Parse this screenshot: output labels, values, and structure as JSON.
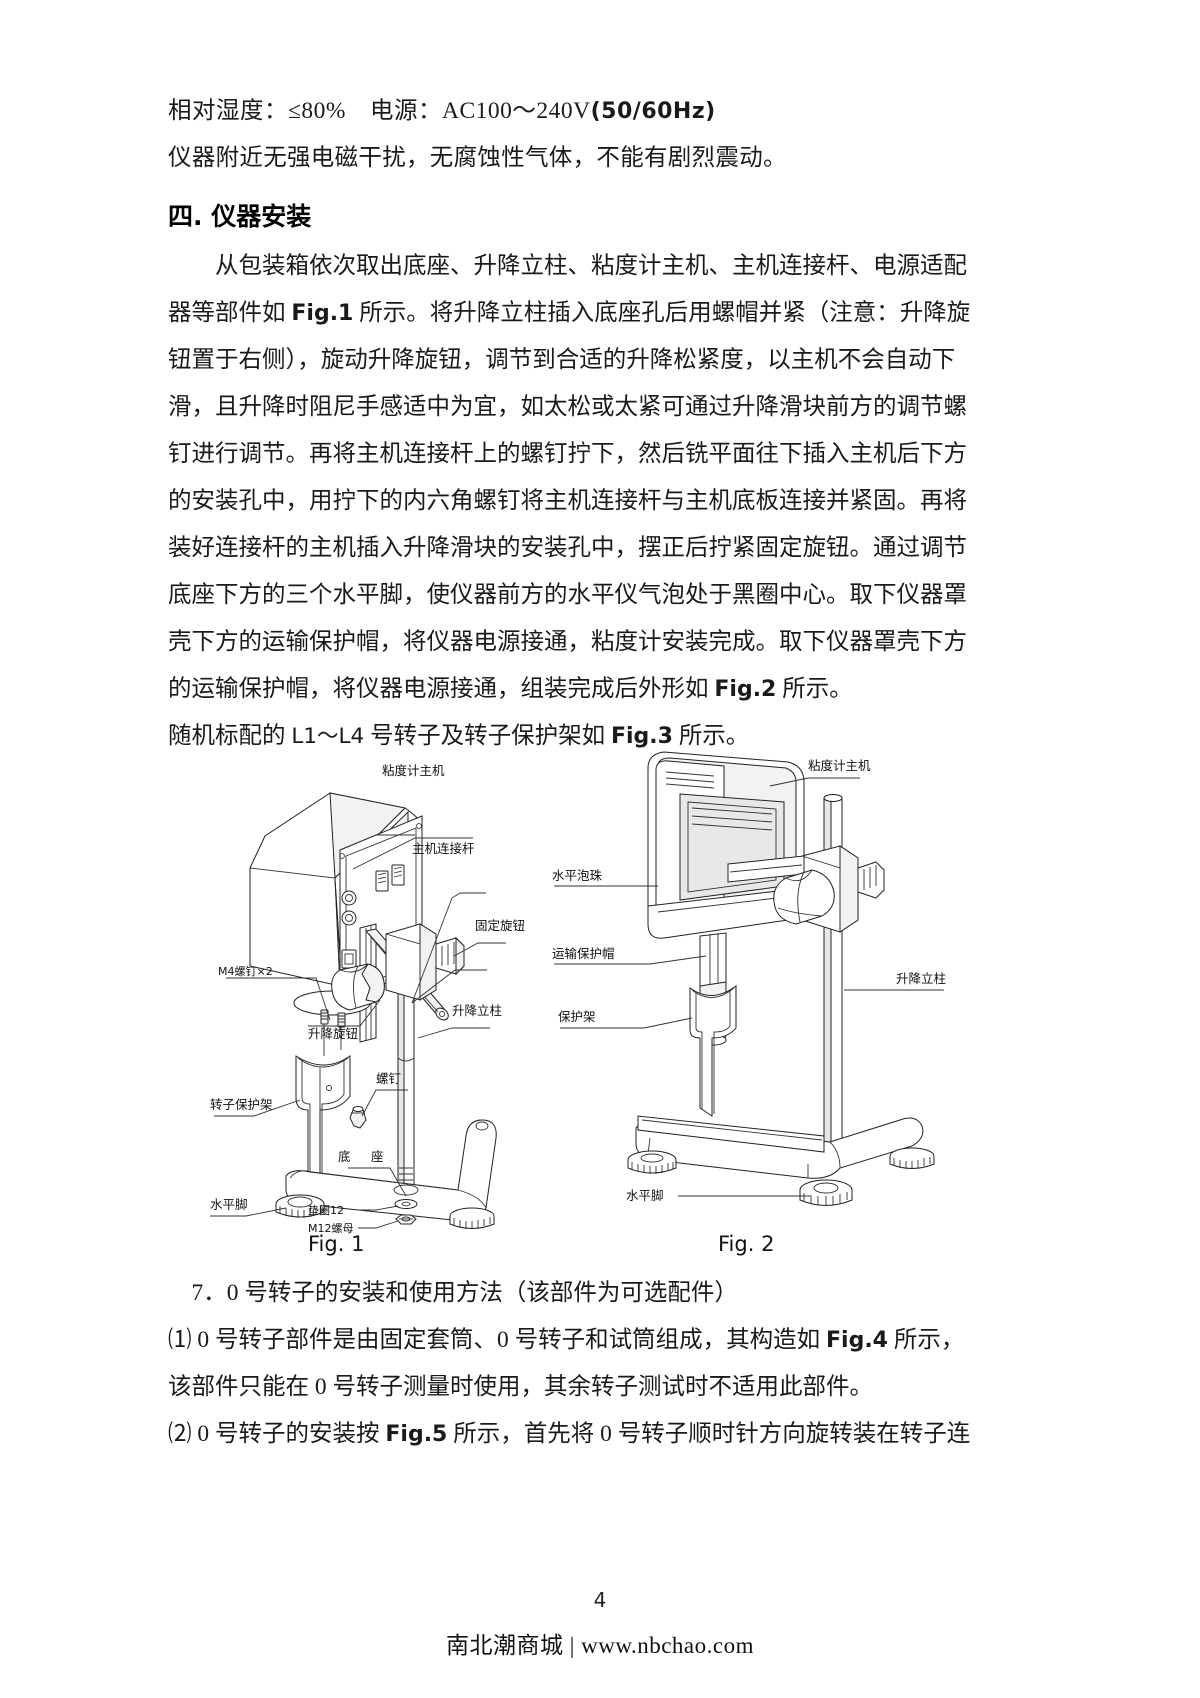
{
  "document": {
    "page_number": "4",
    "footer": "南北潮商城 | www.nbchao.com"
  },
  "spec": {
    "line1_a": "相对湿度：≤80%",
    "line1_b": "电源：AC100～240V",
    "line1_c": "(50/60Hz)",
    "line2": "仪器附近无强电磁干扰，无腐蚀性气体，不能有剧烈震动。"
  },
  "heading": "四. 仪器安装",
  "body": {
    "l1": "　　从包装箱依次取出底座、升降立柱、粘度计主机、主机连接杆、电源适配",
    "l2_a": "器等部件如 ",
    "l2_b": "Fig.1",
    "l2_c": " 所示。将升降立柱插入底座孔后用螺帽并紧（注意：升降旋",
    "l3": "钮置于右侧），旋动升降旋钮，调节到合适的升降松紧度，以主机不会自动下",
    "l4": "滑，且升降时阻尼手感适中为宜，如太松或太紧可通过升降滑块前方的调节螺",
    "l5": "钉进行调节。再将主机连接杆上的螺钉拧下，然后铣平面往下插入主机后下方",
    "l6": "的安装孔中，用拧下的内六角螺钉将主机连接杆与主机底板连接并紧固。再将",
    "l7": "装好连接杆的主机插入升降滑块的安装孔中，摆正后拧紧固定旋钮。通过调节",
    "l8": "底座下方的三个水平脚，使仪器前方的水平仪气泡处于黑圈中心。取下仪器罩",
    "l9": "壳下方的运输保护帽，将仪器电源接通，粘度计安装完成。取下仪器罩壳下方",
    "l10_a": "的运输保护帽，将仪器电源接通，组装完成后外形如 ",
    "l10_b": "Fig.2",
    "l10_c": " 所示。",
    "l11_a": "随机标配的 ",
    "l11_b": "L1～L4",
    "l11_c": " 号转子及转子保护架如 ",
    "l11_d": "Fig.3",
    "l11_e": " 所示。"
  },
  "figures": {
    "fig1_caption": "Fig. 1",
    "fig2_caption": "Fig. 2",
    "fig1_labels": {
      "host": "粘度计主机",
      "connect_rod": "主机连接杆",
      "fix_knob": "固定旋钮",
      "m4_screw": "M4螺钉×2",
      "lift_knob": "升降旋钮",
      "lift_column": "升降立柱",
      "screw": "螺钉",
      "rotor_guard": "转子保护架",
      "base": "底　座",
      "level_foot": "水平脚",
      "washer": "垫圈12",
      "m12_nut": "M12螺母"
    },
    "fig2_labels": {
      "host": "粘度计主机",
      "level_bubble": "水平泡珠",
      "transport_cap": "运输保护帽",
      "guard": "保护架",
      "lift_column": "升降立柱",
      "level_foot": "水平脚"
    }
  },
  "tail": {
    "t1": "　7．0 号转子的安装和使用方法（该部件为可选配件）",
    "t2_a": "⑴ 0 号转子部件是由固定套筒、0 号转子和试筒组成，其构造如 ",
    "t2_b": "Fig.4",
    "t2_c": " 所示，",
    "t3": "该部件只能在 0 号转子测量时使用，其余转子测试时不适用此部件。",
    "t4_a": "⑵ 0 号转子的安装按 ",
    "t4_b": "Fig.5",
    "t4_c": " 所示，首先将 0 号转子顺时针方向旋转装在转子连"
  }
}
